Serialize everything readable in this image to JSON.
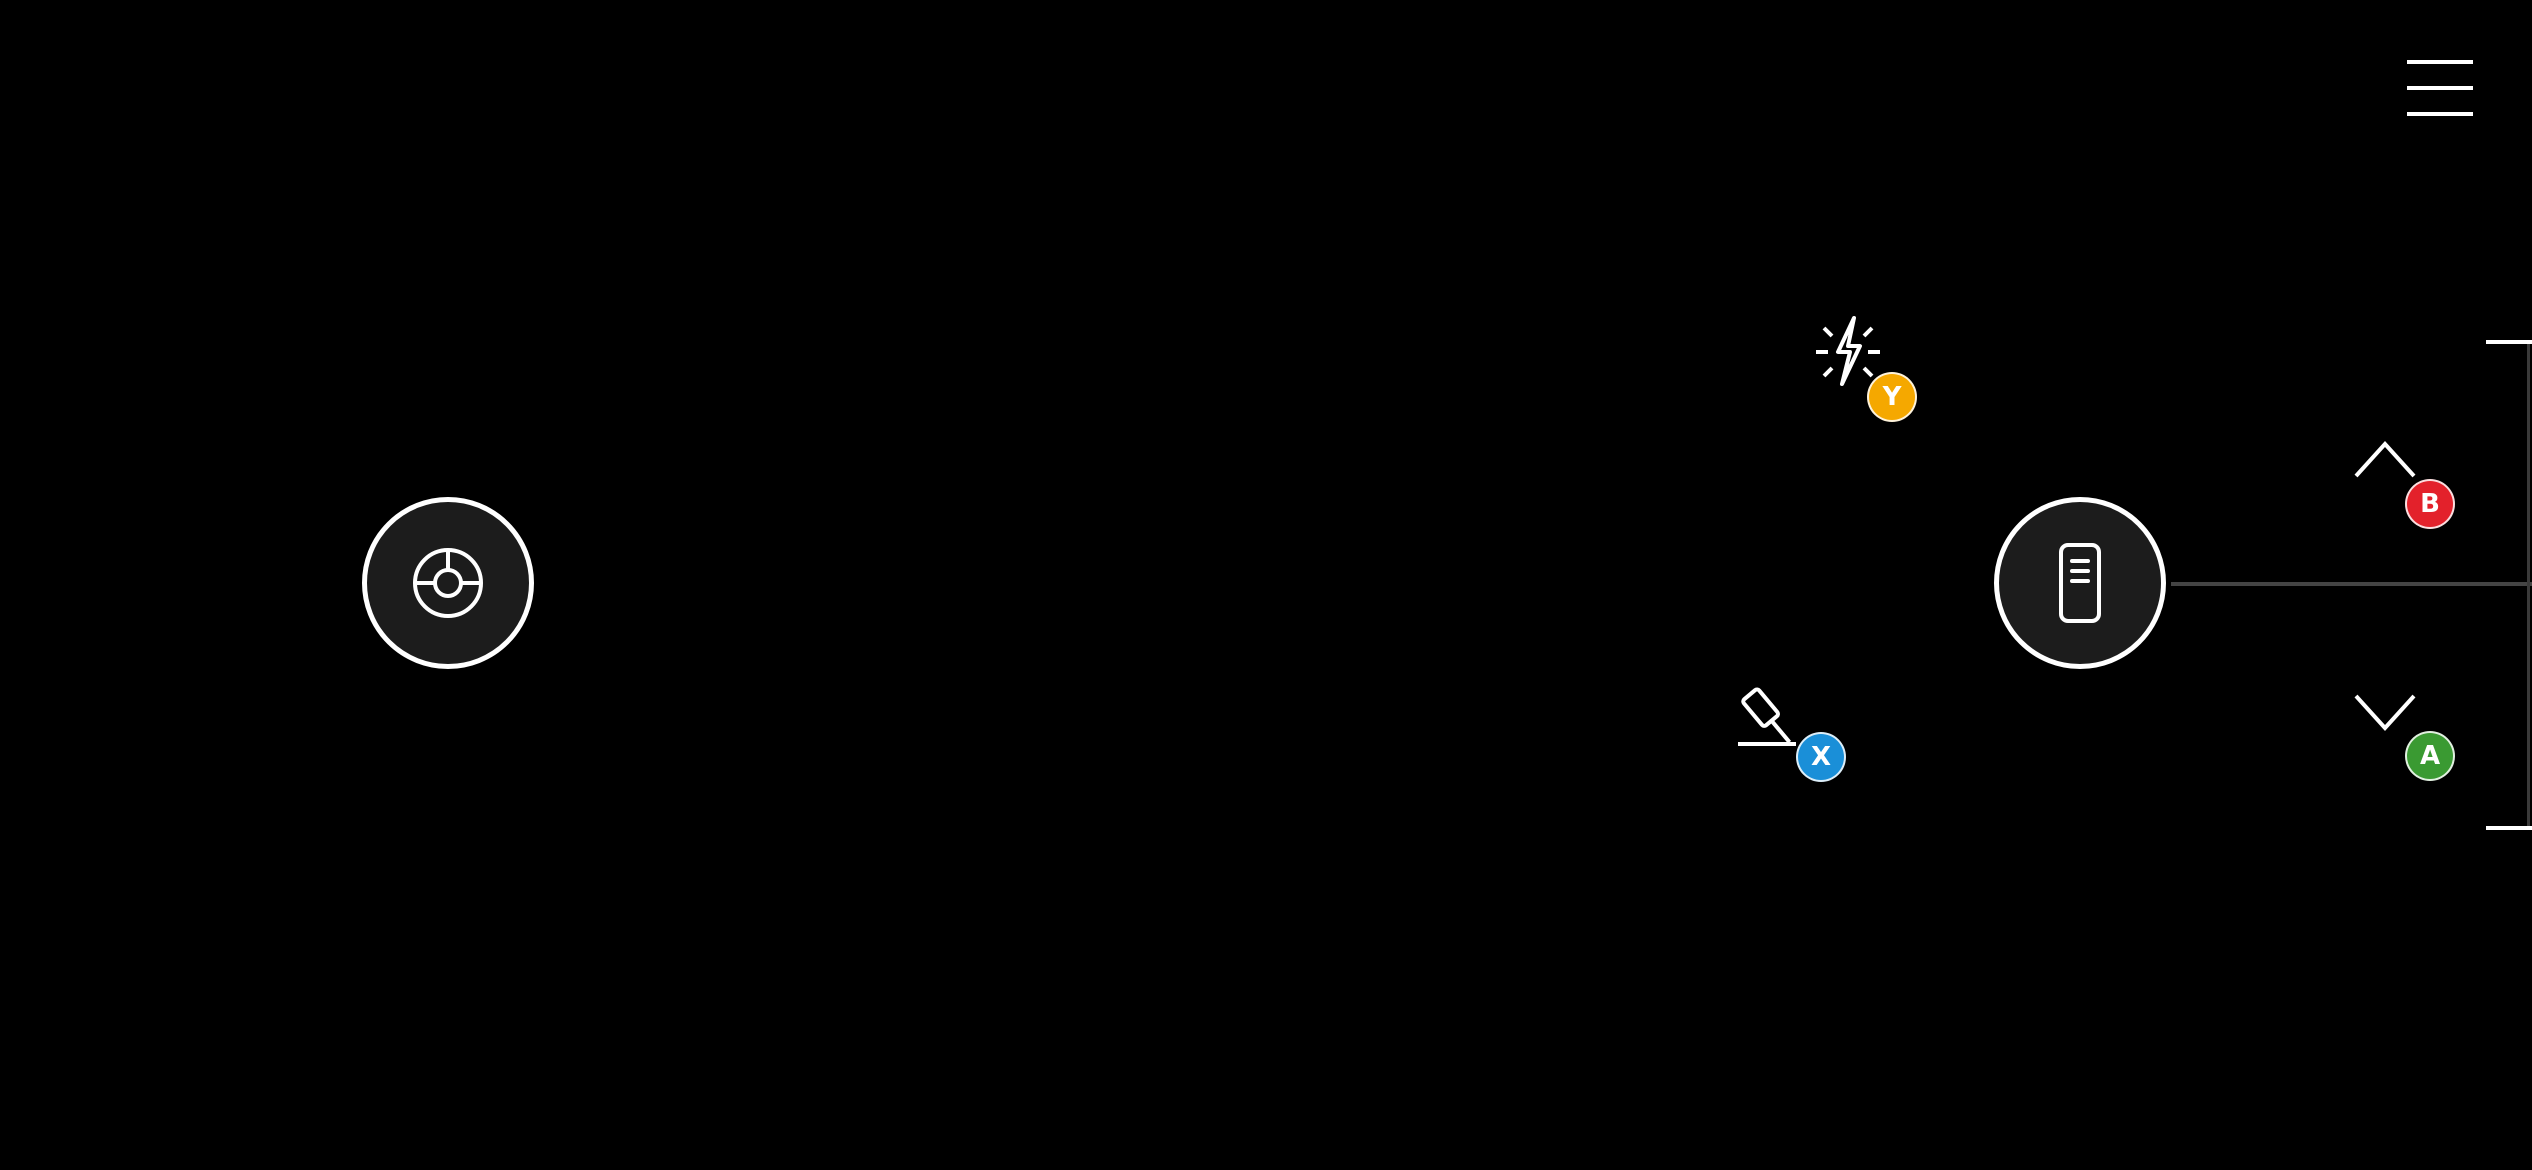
{
  "screen": {
    "background": "#000000"
  },
  "menu": {
    "icon": "hamburger-menu-icon"
  },
  "move_stick": {
    "icon": "crosshair-target-icon"
  },
  "action_stick": {
    "icon": "phone-remote-icon"
  },
  "actions": {
    "flash": {
      "icon": "lightning-flash-icon",
      "badge": "Y",
      "badge_color": "#f5a800"
    },
    "tool": {
      "icon": "tool-brush-icon",
      "badge": "X",
      "badge_color": "#1a8fd8"
    },
    "up": {
      "icon": "chevron-up-icon",
      "badge": "B",
      "badge_color": "#e3212b"
    },
    "down": {
      "icon": "chevron-down-icon",
      "badge": "A",
      "badge_color": "#3a9a32"
    }
  }
}
